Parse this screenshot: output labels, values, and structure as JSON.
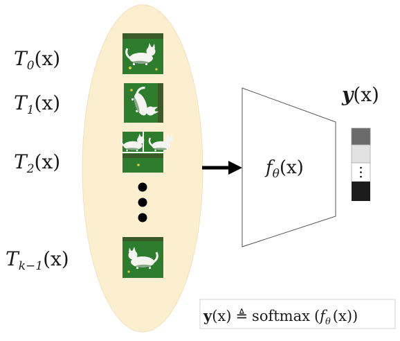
{
  "transforms": [
    {
      "symbol": "T",
      "subscript": "0",
      "arg": "(x)"
    },
    {
      "symbol": "T",
      "subscript": "1",
      "arg": "(x)"
    },
    {
      "symbol": "T",
      "subscript": "2",
      "arg": "(x)"
    },
    {
      "symbol": "T",
      "subscript": "k−1",
      "arg": "(x)"
    }
  ],
  "model": {
    "symbol": "f",
    "subscript": "θ",
    "arg": "(x)"
  },
  "output": {
    "symbol": "y",
    "arg": "(x)"
  },
  "formula": {
    "lhs_symbol": "y",
    "lhs_arg": "(x)",
    "relation": "≜",
    "func": "softmax",
    "inner_open": "(",
    "inner_symbol": "f",
    "inner_sub": "θ",
    "inner_arg": "(x)",
    "inner_close": ")"
  },
  "colors": {
    "ellipse_fill": "#fcefcf",
    "grass": "#2e7d2e",
    "bar_dark": "#1c1c1c",
    "bar_mid": "#6b6b6b",
    "bar_light": "#e2e2e2",
    "arrow": "#000000"
  }
}
